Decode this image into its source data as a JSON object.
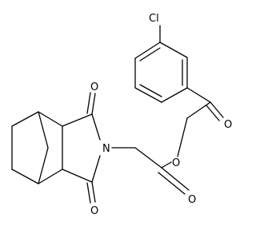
{
  "structure": {
    "atoms": {
      "chlorine": "Cl",
      "ketone_oxygen": "O",
      "ester_ether_oxygen": "O",
      "ester_carbonyl_oxygen": "O",
      "imide_oxygen_top": "O",
      "imide_oxygen_bottom": "O",
      "imide_nitrogen": "N"
    }
  },
  "colors": {
    "bond": "#000000",
    "label": "#000000",
    "background": "#ffffff"
  }
}
